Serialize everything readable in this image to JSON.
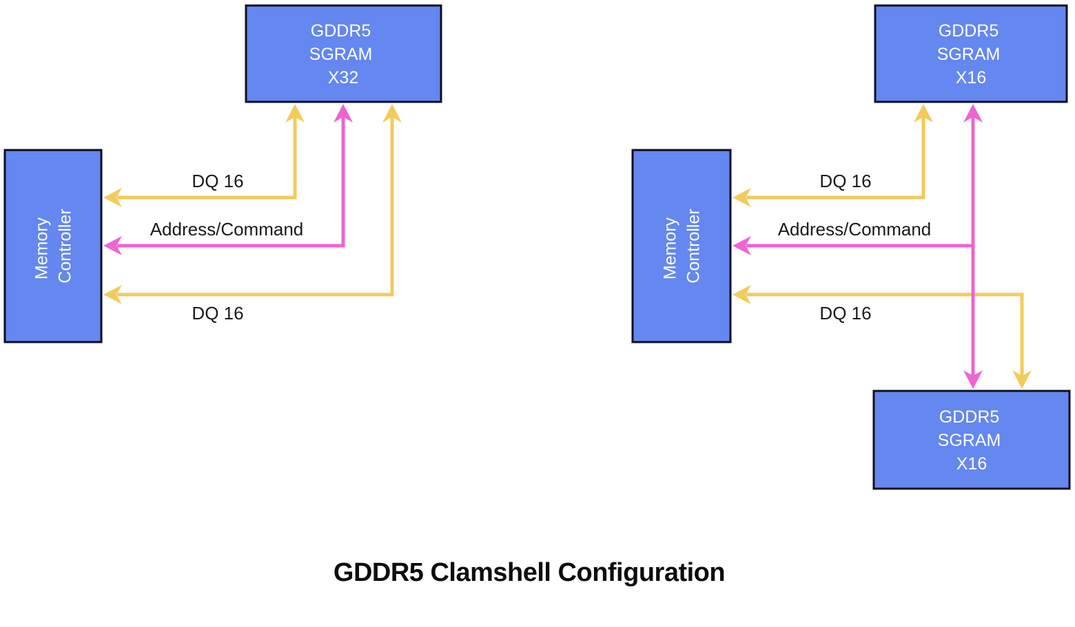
{
  "title": "GDDR5 Clamshell Configuration",
  "colors": {
    "background": "#ffffff",
    "box_fill": "#6487f0",
    "box_border": "#0e0e20",
    "box_text": "#ffffff",
    "yellow": "#f3cb5c",
    "pink": "#ee64d2",
    "label_text": "#1a1a1a",
    "title_text": "#0d0d0d"
  },
  "left_diagram": {
    "sgram": {
      "line1": "GDDR5",
      "line2": "SGRAM",
      "line3": "X32"
    },
    "controller": {
      "line1": "Memory",
      "line2": "Controller"
    },
    "labels": {
      "dq_top": "DQ 16",
      "address_command": "Address/Command",
      "dq_bottom": "DQ 16"
    }
  },
  "right_diagram": {
    "sgram_top": {
      "line1": "GDDR5",
      "line2": "SGRAM",
      "line3": "X16"
    },
    "controller": {
      "line1": "Memory",
      "line2": "Controller"
    },
    "sgram_bottom": {
      "line1": "GDDR5",
      "line2": "SGRAM",
      "line3": "X16"
    },
    "labels": {
      "dq_top": "DQ 16",
      "address_command": "Address/Command",
      "dq_bottom": "DQ 16"
    }
  }
}
